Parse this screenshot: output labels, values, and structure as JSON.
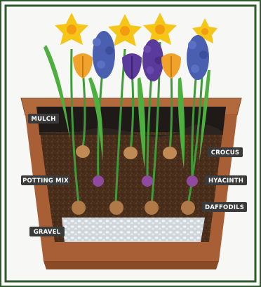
{
  "diagram": {
    "labels": {
      "mulch": "MULCH",
      "potting_mix": "POTTING MIX",
      "gravel": "GRAVEL",
      "crocus": "CROCUS",
      "hyacinth": "HYACINTH",
      "daffodils": "DAFFODILS"
    },
    "colors": {
      "frame": "#2f5a2c",
      "pot": "#b26a3d",
      "pot_dark": "#8a4a26",
      "soil": "#4a2e1c",
      "mulch": "#1f1a17",
      "gravel": "#dfe3e6",
      "stem": "#3f9a3a",
      "daffodil": "#f5c518",
      "crocus_orange": "#f0a22a",
      "crocus_purple": "#5a3a9a",
      "hyacinth": "#4a5fb0",
      "bulb": "#c08a55",
      "hyacinth_bulb": "#8e4aa0",
      "label_bg": "#3a3a3a"
    },
    "icons": [
      "daffodil-icon",
      "crocus-icon",
      "hyacinth-icon",
      "bulb-icon"
    ]
  }
}
